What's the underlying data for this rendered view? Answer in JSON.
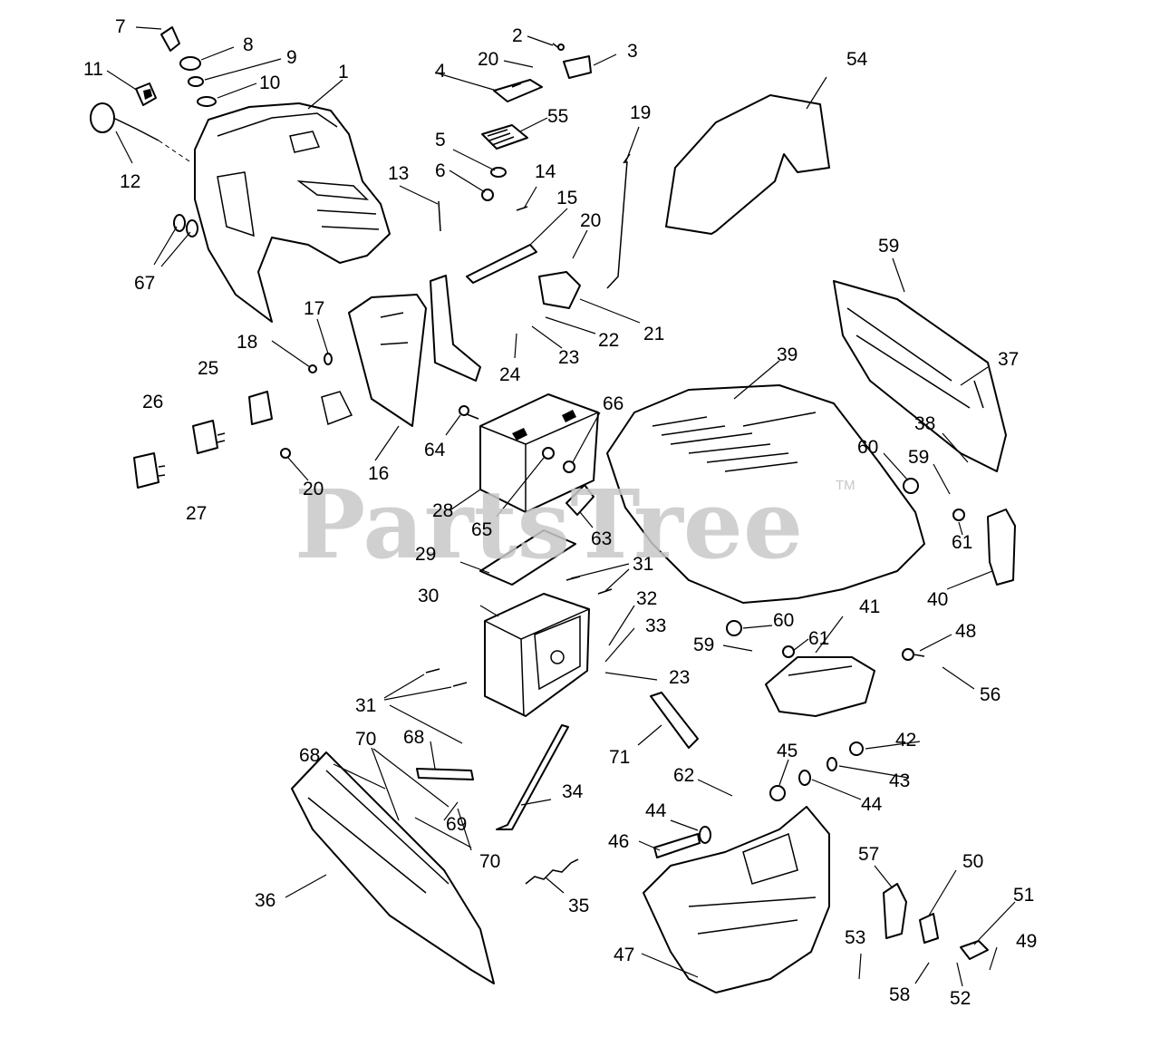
{
  "watermark": {
    "brand": "PartsTree",
    "trademark": "TM"
  },
  "callouts": {
    "c1": "1",
    "c2": "2",
    "c3": "3",
    "c4": "4",
    "c5": "5",
    "c6": "6",
    "c7": "7",
    "c8": "8",
    "c9": "9",
    "c10": "10",
    "c11": "11",
    "c12": "12",
    "c13": "13",
    "c14": "14",
    "c15": "15",
    "c16": "16",
    "c17": "17",
    "c18": "18",
    "c19": "19",
    "c20": "20",
    "c21": "21",
    "c22": "22",
    "c23": "23",
    "c24": "24",
    "c25": "25",
    "c26": "26",
    "c27": "27",
    "c28": "28",
    "c29": "29",
    "c30": "30",
    "c31": "31",
    "c32": "32",
    "c33": "33",
    "c34": "34",
    "c35": "35",
    "c36": "36",
    "c37": "37",
    "c38": "38",
    "c39": "39",
    "c40": "40",
    "c41": "41",
    "c42": "42",
    "c43": "43",
    "c44": "44",
    "c45": "45",
    "c46": "46",
    "c47": "47",
    "c48": "48",
    "c49": "49",
    "c50": "50",
    "c51": "51",
    "c52": "52",
    "c53": "53",
    "c54": "54",
    "c55": "55",
    "c56": "56",
    "c57": "57",
    "c58": "58",
    "c59": "59",
    "c60": "60",
    "c61": "61",
    "c62": "62",
    "c63": "63",
    "c64": "64",
    "c65": "65",
    "c66": "66",
    "c67": "67",
    "c68": "68",
    "c69": "69",
    "c70": "70",
    "c71": "71"
  }
}
